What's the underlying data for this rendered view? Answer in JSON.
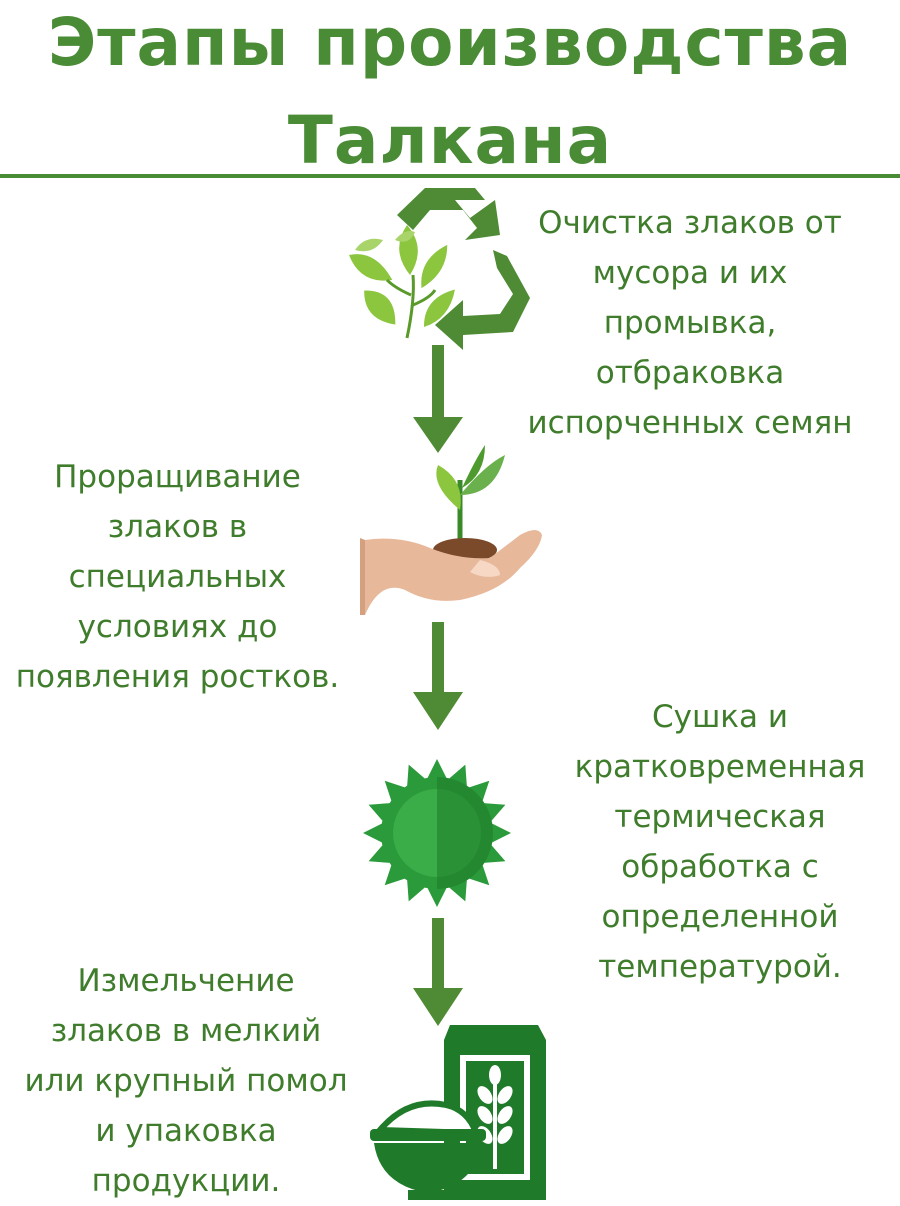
{
  "title": {
    "line1": "Этапы  производства",
    "line2": "Талкана"
  },
  "colors": {
    "title_green": "#4a8b35",
    "text_green": "#3f7d2c",
    "arrow_green": "#4e8b34",
    "sun_green": "#2a9a3a",
    "pack_green": "#1f7a2a"
  },
  "steps": [
    {
      "icon": "recycle-leaves-icon",
      "lines": [
        "Очистка злаков от",
        "мусора и их",
        "промывка,",
        "отбраковка",
        "испорченных семян"
      ]
    },
    {
      "icon": "hand-sprout-icon",
      "lines": [
        "Проращивание",
        "злаков в",
        "специальных",
        "условиях до",
        "появления ростков."
      ]
    },
    {
      "icon": "sun-icon",
      "lines": [
        "Сушка и",
        "кратковременная",
        "термическая",
        "обработка с",
        "определенной",
        "температурой."
      ]
    },
    {
      "icon": "flour-bag-bowl-icon",
      "lines": [
        "Измельчение",
        "злаков в мелкий",
        "или крупный помол",
        "и упаковка",
        "продукции."
      ]
    }
  ]
}
